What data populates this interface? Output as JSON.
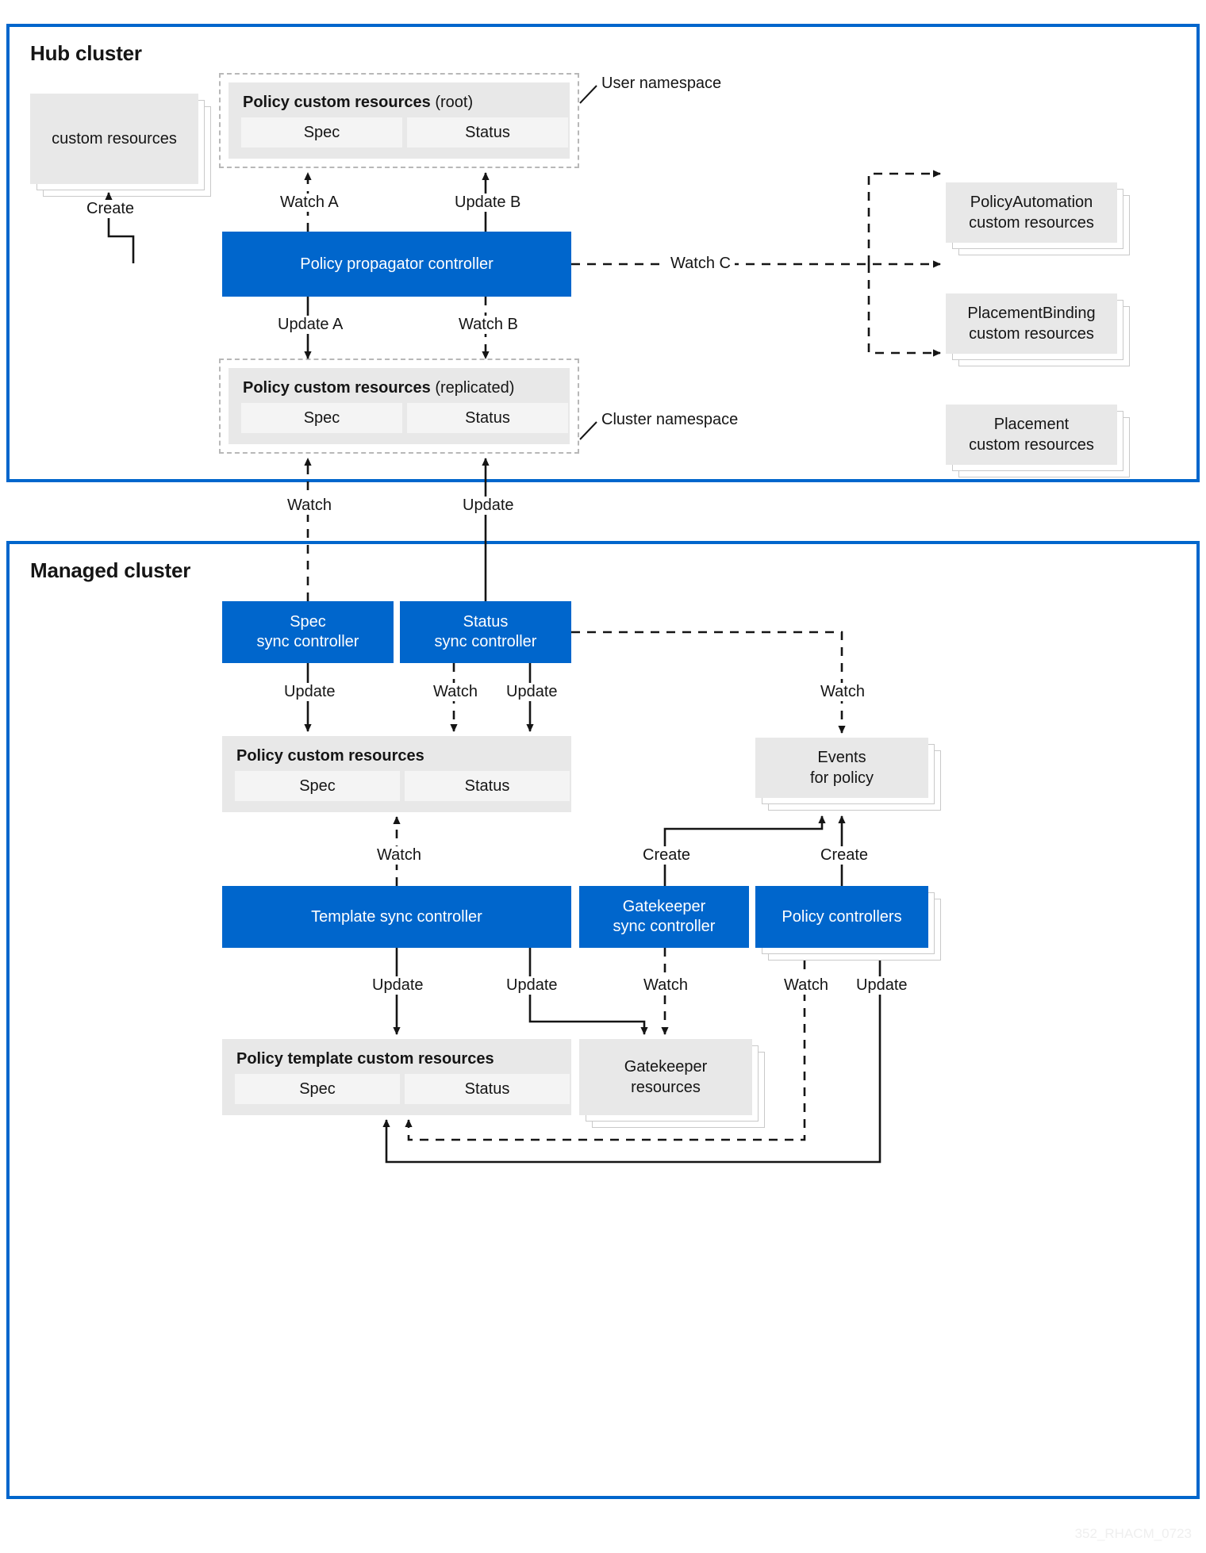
{
  "diagram": {
    "watermark": "352_RHACM_0723",
    "accent_color": "#0066cc",
    "box_gray": "#e8e8e8",
    "cell_gray": "#f4f4f4"
  },
  "hub": {
    "title": "Hub cluster",
    "custom_resources_stack": "custom resources",
    "user_namespace_label": "User namespace",
    "cluster_namespace_label": "Cluster namespace",
    "root_policy": {
      "title": "Policy custom resources",
      "qualifier": " (root)",
      "spec": "Spec",
      "status": "Status"
    },
    "replicated_policy": {
      "title": "Policy custom resources",
      "qualifier": " (replicated)",
      "spec": "Spec",
      "status": "Status"
    },
    "propagator": "Policy propagator controller",
    "right_resources": [
      {
        "line1": "PolicyAutomation",
        "line2": "custom resources"
      },
      {
        "line1": "PlacementBinding",
        "line2": "custom resources"
      },
      {
        "line1": "Placement",
        "line2": "custom resources"
      }
    ],
    "edges": {
      "create": "Create",
      "watch_a": "Watch A",
      "update_b": "Update B",
      "update_a": "Update A",
      "watch_b": "Watch B",
      "watch_c": "Watch C"
    }
  },
  "bridge": {
    "watch": "Watch",
    "update": "Update"
  },
  "managed": {
    "title": "Managed cluster",
    "spec_sync": {
      "line1": "Spec",
      "line2": "sync controller"
    },
    "status_sync": {
      "line1": "Status",
      "line2": "sync controller"
    },
    "policy_cr": {
      "title": "Policy custom resources",
      "qualifier": "",
      "spec": "Spec",
      "status": "Status"
    },
    "events": {
      "line1": "Events",
      "line2": "for policy"
    },
    "template_sync": "Template sync controller",
    "gatekeeper_sync": {
      "line1": "Gatekeeper",
      "line2": "sync controller"
    },
    "policy_controllers": "Policy controllers",
    "policy_template_cr": {
      "title": "Policy template custom resources",
      "qualifier": "",
      "spec": "Spec",
      "status": "Status"
    },
    "gatekeeper_resources": {
      "line1": "Gatekeeper",
      "line2": "resources"
    },
    "edges": {
      "update_spec": "Update",
      "watch_status": "Watch",
      "update_status": "Update",
      "watch_events": "Watch",
      "watch_policy_cr": "Watch",
      "update_tpl_left": "Update",
      "update_tpl_right": "Update",
      "watch_gk": "Watch",
      "create_gk": "Create",
      "create_pc": "Create",
      "watch_pc": "Watch",
      "update_pc": "Update"
    }
  }
}
